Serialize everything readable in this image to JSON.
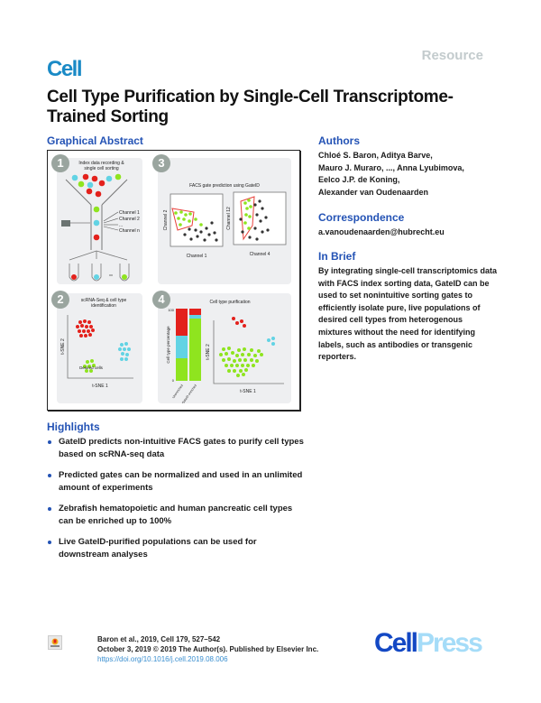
{
  "header": {
    "article_type": "Resource",
    "journal": "Cell",
    "title": "Cell Type Purification by Single-Cell Transcriptome-Trained Sorting"
  },
  "graphical_abstract": {
    "heading": "Graphical Abstract",
    "panels": [
      {
        "number": "1",
        "title": "Index data recording & single cell sorting",
        "labels": [
          "Channel 1",
          "Channel 2",
          "...",
          "Channel n"
        ]
      },
      {
        "number": "2",
        "title": "scRNA-Seq & cell type identification",
        "xlabel": "t-SNE 1",
        "ylabel": "t-SNE 2",
        "annotation": "Desired cells"
      },
      {
        "number": "3",
        "title": "FACS gate prediction using GateID",
        "plots": [
          {
            "xlabel": "Channel 1",
            "ylabel": "Channel 2"
          },
          {
            "xlabel": "Channel 4",
            "ylabel": "Channel 12"
          }
        ]
      },
      {
        "number": "4",
        "title": "Cell type purification",
        "bar_ylabel": "Cell type percentage",
        "bar_ticks": [
          "100",
          "0"
        ],
        "bar_categories": [
          "Unenriched",
          "GateID enriched"
        ],
        "xlabel": "t-SNE 1",
        "ylabel": "t-SNE 2"
      }
    ],
    "colors": {
      "red": "#e3211c",
      "cyan": "#62d3e4",
      "green": "#8fe41f",
      "gate": "#e8403a"
    }
  },
  "authors": {
    "heading": "Authors",
    "lines": [
      "Chloé S. Baron, Aditya Barve,",
      "Mauro J. Muraro, ..., Anna Lyubimova,",
      "Eelco J.P. de Koning,",
      "Alexander van Oudenaarden"
    ]
  },
  "correspondence": {
    "heading": "Correspondence",
    "email": "a.vanoudenaarden@hubrecht.eu"
  },
  "in_brief": {
    "heading": "In Brief",
    "text": "By integrating single-cell transcriptomics data with FACS index sorting data, GateID can be used to set nonintuitive sorting gates to efficiently isolate pure, live populations of desired cell types from heterogenous mixtures without the need for identifying labels, such as antibodies or transgenic reporters."
  },
  "highlights": {
    "heading": "Highlights",
    "items": [
      "GateID predicts non-intuitive FACS gates to purify cell types based on scRNA-seq data",
      "Predicted gates can be normalized and used in an unlimited amount of experiments",
      "Zebrafish hematopoietic and human pancreatic cell types can be enriched up to 100%",
      "Live GateID-purified populations can be used for downstream analyses"
    ]
  },
  "footer": {
    "citation": "Baron et al., 2019, Cell 179, 527–542",
    "date_copyright": "October 3, 2019 © 2019 The Author(s). Published by Elsevier Inc.",
    "doi": "https://doi.org/10.1016/j.cell.2019.08.006",
    "publisher_logo": [
      "Cell",
      "Press"
    ]
  }
}
